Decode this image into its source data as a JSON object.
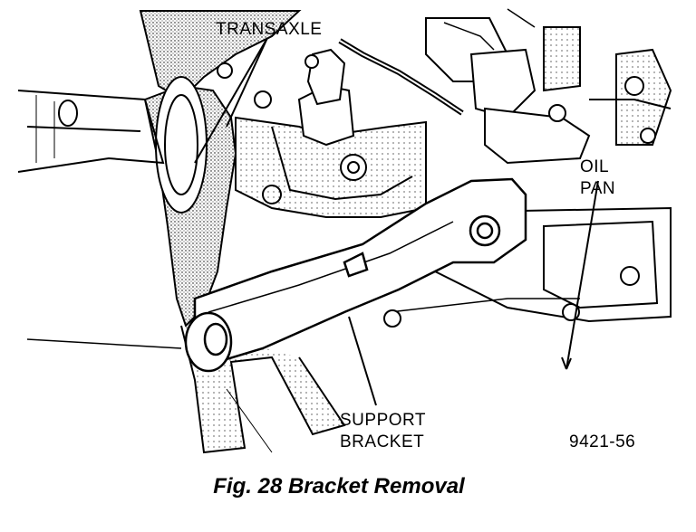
{
  "labels": {
    "transaxle": "TRANSAXLE",
    "oil_line1": "OIL",
    "oil_line2": "PAN",
    "support_line1": "SUPPORT",
    "support_line2": "BRACKET",
    "figure_number": "9421-56"
  },
  "caption": "Fig. 28 Bracket Removal"
}
